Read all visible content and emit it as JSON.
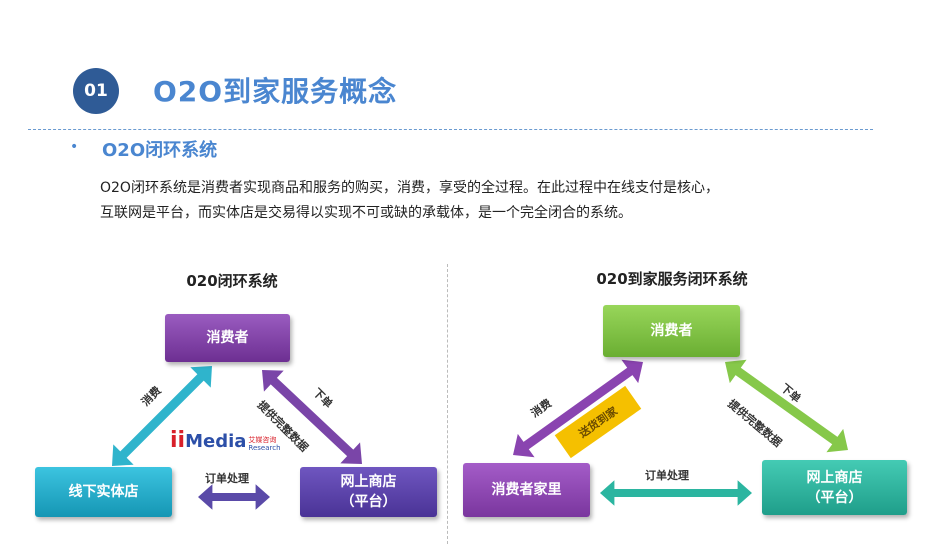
{
  "header": {
    "number": "01",
    "title": "O2O到家服务概念",
    "subtitle_bullet": "•",
    "subtitle": "O2O闭环系统",
    "paragraph": [
      "O2O闭环系统是消费者实现商品和服务的购买，消费，享受的全过程。在此过程中在线支付是核心，",
      "互联网是平台，而实体店是交易得以实现不可或缺的承载体，是一个完全闭合的系统。"
    ]
  },
  "left_diagram": {
    "title": "020闭环系统",
    "consumer": "消费者",
    "offline_store": "线下实体店",
    "online_store_line1": "网上商店",
    "online_store_line2": "（平台）",
    "arrow_consume": "消费",
    "arrow_order": "下单",
    "arrow_data": "提供完整数据",
    "arrow_process": "订单处理",
    "logo": "iiMedia Research 艾媒咨询",
    "colors": {
      "consumer": "#7b3fa0",
      "offline": "#1fa8c8",
      "online": "#5a3fa8"
    }
  },
  "right_diagram": {
    "title": "020到家服务闭环系统",
    "consumer": "消费者",
    "home": "消费者家里",
    "online_store_line1": "网上商店",
    "online_store_line2": "（平台）",
    "arrow_consume": "消费",
    "arrow_service": "送货到家",
    "arrow_order": "下单",
    "arrow_data": "提供完整数据",
    "arrow_process": "订单处理",
    "colors": {
      "consumer": "#7cc142",
      "home": "#8a44b0",
      "online": "#2bb5a0",
      "service": "#f5c000"
    }
  }
}
